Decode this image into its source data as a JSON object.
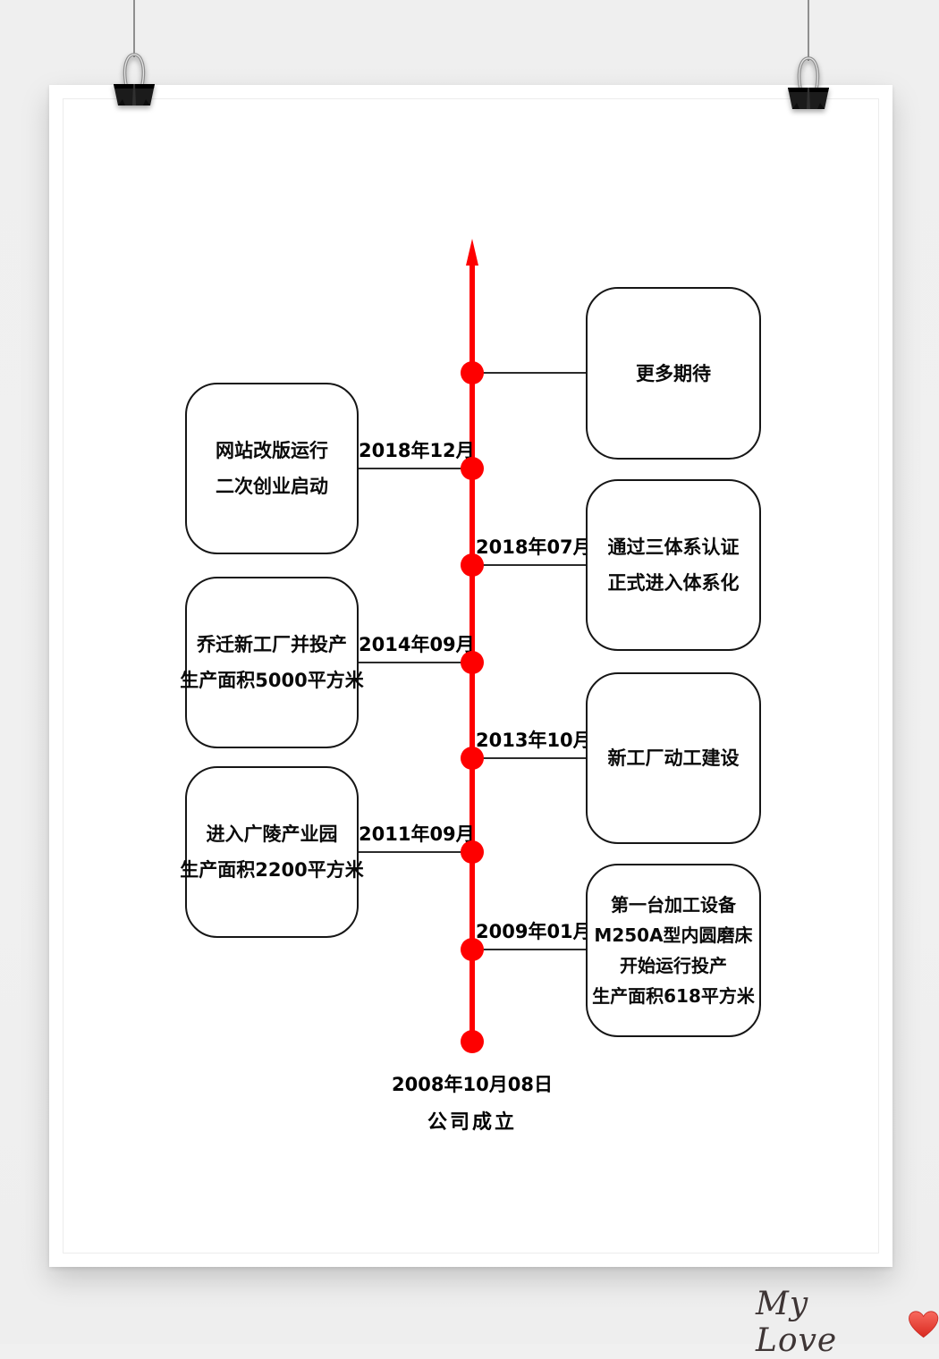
{
  "colors": {
    "background": "#f0f0f0",
    "paper": "#ffffff",
    "timeline_red": "#fe0000",
    "box_border": "#161616",
    "connector": "#2b2b2b",
    "text": "#000000",
    "signature_text": "#3e3535",
    "heart_red": "#d92a20"
  },
  "icons": {
    "left_clip": "binder-clip",
    "right_clip": "binder-clip",
    "axis_arrow": "arrow-up",
    "heart": "red-heart"
  },
  "poster": {
    "timeline": {
      "direction": "up",
      "events": [
        {
          "side": "right",
          "date": "",
          "lines": [
            "更多期待"
          ]
        },
        {
          "side": "left",
          "date": "2018年12月",
          "lines": [
            "网站改版运行",
            "二次创业启动"
          ]
        },
        {
          "side": "right",
          "date": "2018年07月",
          "lines": [
            "通过三体系认证",
            "正式进入体系化"
          ]
        },
        {
          "side": "left",
          "date": "2014年09月",
          "lines": [
            "乔迁新工厂并投产",
            "生产面积5000平方米"
          ]
        },
        {
          "side": "right",
          "date": "2013年10月",
          "lines": [
            "新工厂动工建设"
          ]
        },
        {
          "side": "left",
          "date": "2011年09月",
          "lines": [
            "进入广陵产业园",
            "生产面积2200平方米"
          ]
        },
        {
          "side": "right",
          "date": "2009年01月",
          "lines": [
            "第一台加工设备",
            "M250A型内圆磨床",
            "开始运行投产",
            "生产面积618平方米"
          ]
        }
      ],
      "origin": {
        "date": "2008年10月08日",
        "label": "公司成立"
      }
    },
    "signature": {
      "text": "My Love"
    }
  }
}
